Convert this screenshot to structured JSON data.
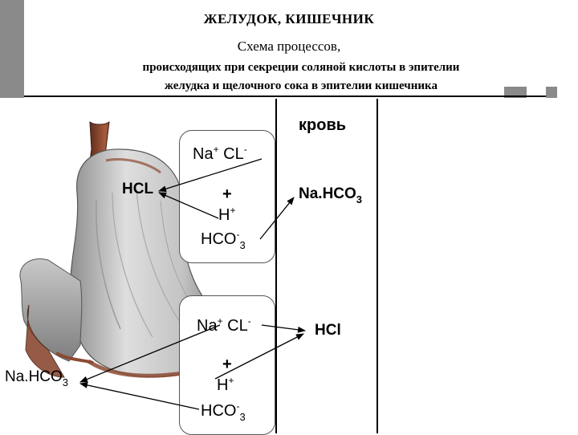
{
  "slide": {
    "title": "ЖЕЛУДОК, КИШЕЧНИК",
    "subtitle": "Схема процессов,",
    "description_line1": "происходящих при секреции соляной кислоты в эпителии",
    "description_line2": "желудка и щелочного сока в эпителии кишечника"
  },
  "diagram": {
    "blood_label": "кровь",
    "stomach_cell": {
      "na": "Na",
      "na_charge": "+",
      "cl": "CL",
      "cl_charge": "-",
      "plus": "+",
      "h": "H",
      "h_charge": "+",
      "hco": "HCO",
      "hco_charge": "-",
      "hco_index": "3"
    },
    "intestine_cell": {
      "na": "Na",
      "na_charge": "+",
      "cl": "CL",
      "cl_charge": "-",
      "plus": "+",
      "h": "H",
      "h_charge": "+",
      "hco": "HCO",
      "hco_charge": "-",
      "hco_index": "3"
    },
    "lumen_stomach_product": "HCL",
    "lumen_intestine_product": "Na.HCO",
    "lumen_intestine_index": "3",
    "blood_stomach_product": "Na.HCO",
    "blood_stomach_index": "3",
    "blood_intestine_product": "HCl"
  },
  "colors": {
    "stomach_gray": "#b8b8b8",
    "esophagus_brown": "#8b4a32",
    "accent_gray": "#8a8a8a"
  }
}
